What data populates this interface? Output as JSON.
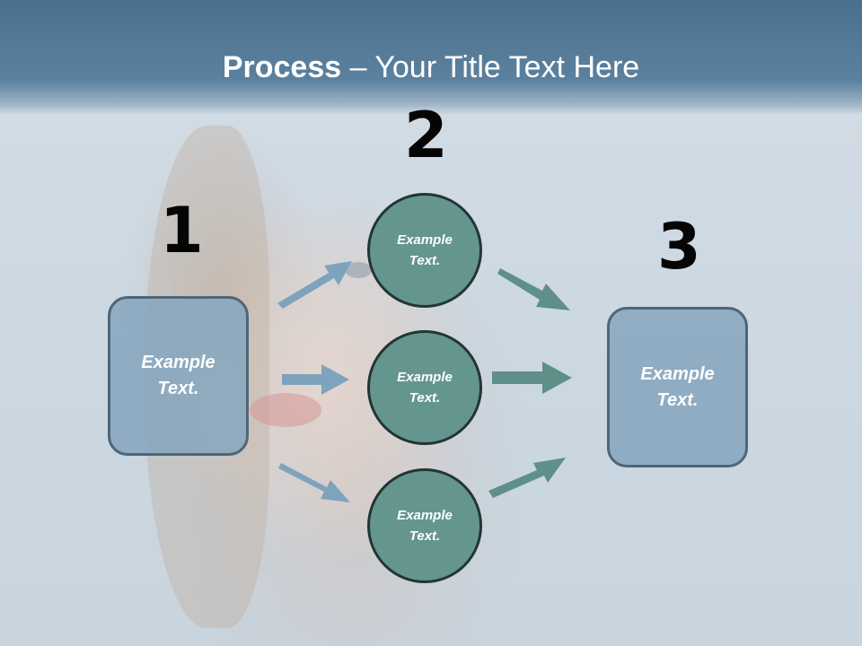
{
  "title": {
    "bold": "Process",
    "rest": " – Your Title Text Here"
  },
  "step_numbers": [
    "1",
    "2",
    "3"
  ],
  "left_box": {
    "text": "Example Text."
  },
  "right_box": {
    "text": "Example Text."
  },
  "circles": [
    {
      "text": "Example Text."
    },
    {
      "text": "Example Text."
    },
    {
      "text": "Example Text."
    }
  ],
  "colors": {
    "header": "#5c819e",
    "box_fill": "#87a6be",
    "circle_fill": "#64968f",
    "arrow_in": "#7ea3bc",
    "arrow_out": "#5e8f89"
  }
}
